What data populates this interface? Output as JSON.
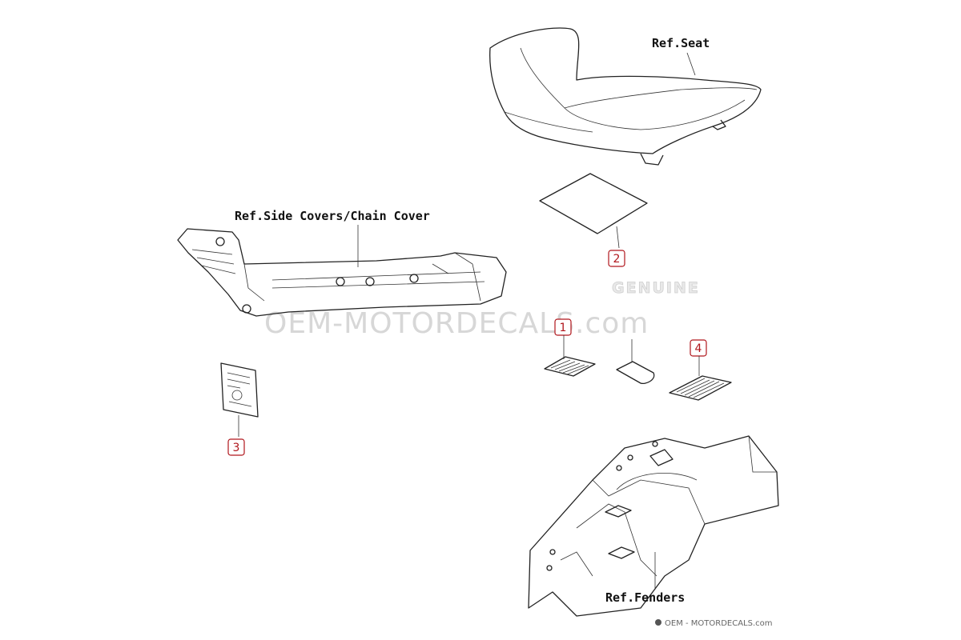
{
  "reference_labels": {
    "seat": "Ref.Seat",
    "side_covers": "Ref.Side Covers/Chain Cover",
    "fenders": "Ref.Fenders"
  },
  "callouts": [
    {
      "number": "1"
    },
    {
      "number": "2"
    },
    {
      "number": "3"
    },
    {
      "number": "4"
    }
  ],
  "watermark": {
    "main": "OEM-MOTORDECALS.com",
    "badge": "GENUINE",
    "footer": "OEM - MOTORDECALS.com"
  },
  "colors": {
    "callout_border": "#b0161c",
    "line_art": "#222222",
    "watermark": "#d7d7d7"
  }
}
